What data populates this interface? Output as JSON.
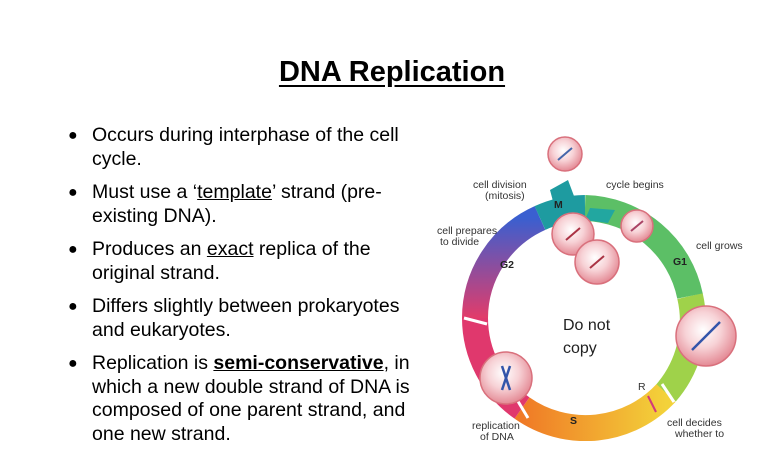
{
  "slide": {
    "title": "DNA Replication",
    "bullets": [
      {
        "pre": "Occurs during interphase of the cell cycle.",
        "em": "",
        "post": ""
      },
      {
        "pre": "Must use a ‘",
        "em": "template",
        "post": "’ strand (pre-existing DNA)."
      },
      {
        "pre": "Produces an ",
        "em": "exact",
        "post": " replica of the original strand."
      },
      {
        "pre": "Differs slightly between prokaryotes and eukaryotes.",
        "em": "",
        "post": ""
      },
      {
        "pre": "Replication is ",
        "em": "semi-conservative",
        "post": ", in which a new double strand of DNA is composed of one parent strand, and one new strand."
      }
    ],
    "bullet_glyph": "●"
  },
  "diagram": {
    "labels": {
      "cell_division_1": "cell division",
      "cell_division_2": "(mitosis)",
      "cycle_begins": "cycle begins",
      "cell_prepares_1": "cell prepares",
      "cell_prepares_2": "to divide",
      "cell_grows": "cell grows",
      "replication_1": "replication",
      "replication_2": "of DNA",
      "cell_decides_1": "cell decides",
      "cell_decides_2": "whether to",
      "center_1": "Do not",
      "center_2": "copy"
    },
    "phases": {
      "m": "M",
      "g1": "G1",
      "g2": "G2",
      "s": "S",
      "r": "R"
    },
    "colors": {
      "m_phase": "#1e9ba0",
      "g1": "#6cc06a",
      "s_start": "#f3d23a",
      "s_end": "#f07a26",
      "g2_start": "#e23c6a",
      "g2_end": "#3a5fd0",
      "cell_fill": "#f6c9cd",
      "cell_stroke": "#d9707c"
    }
  }
}
